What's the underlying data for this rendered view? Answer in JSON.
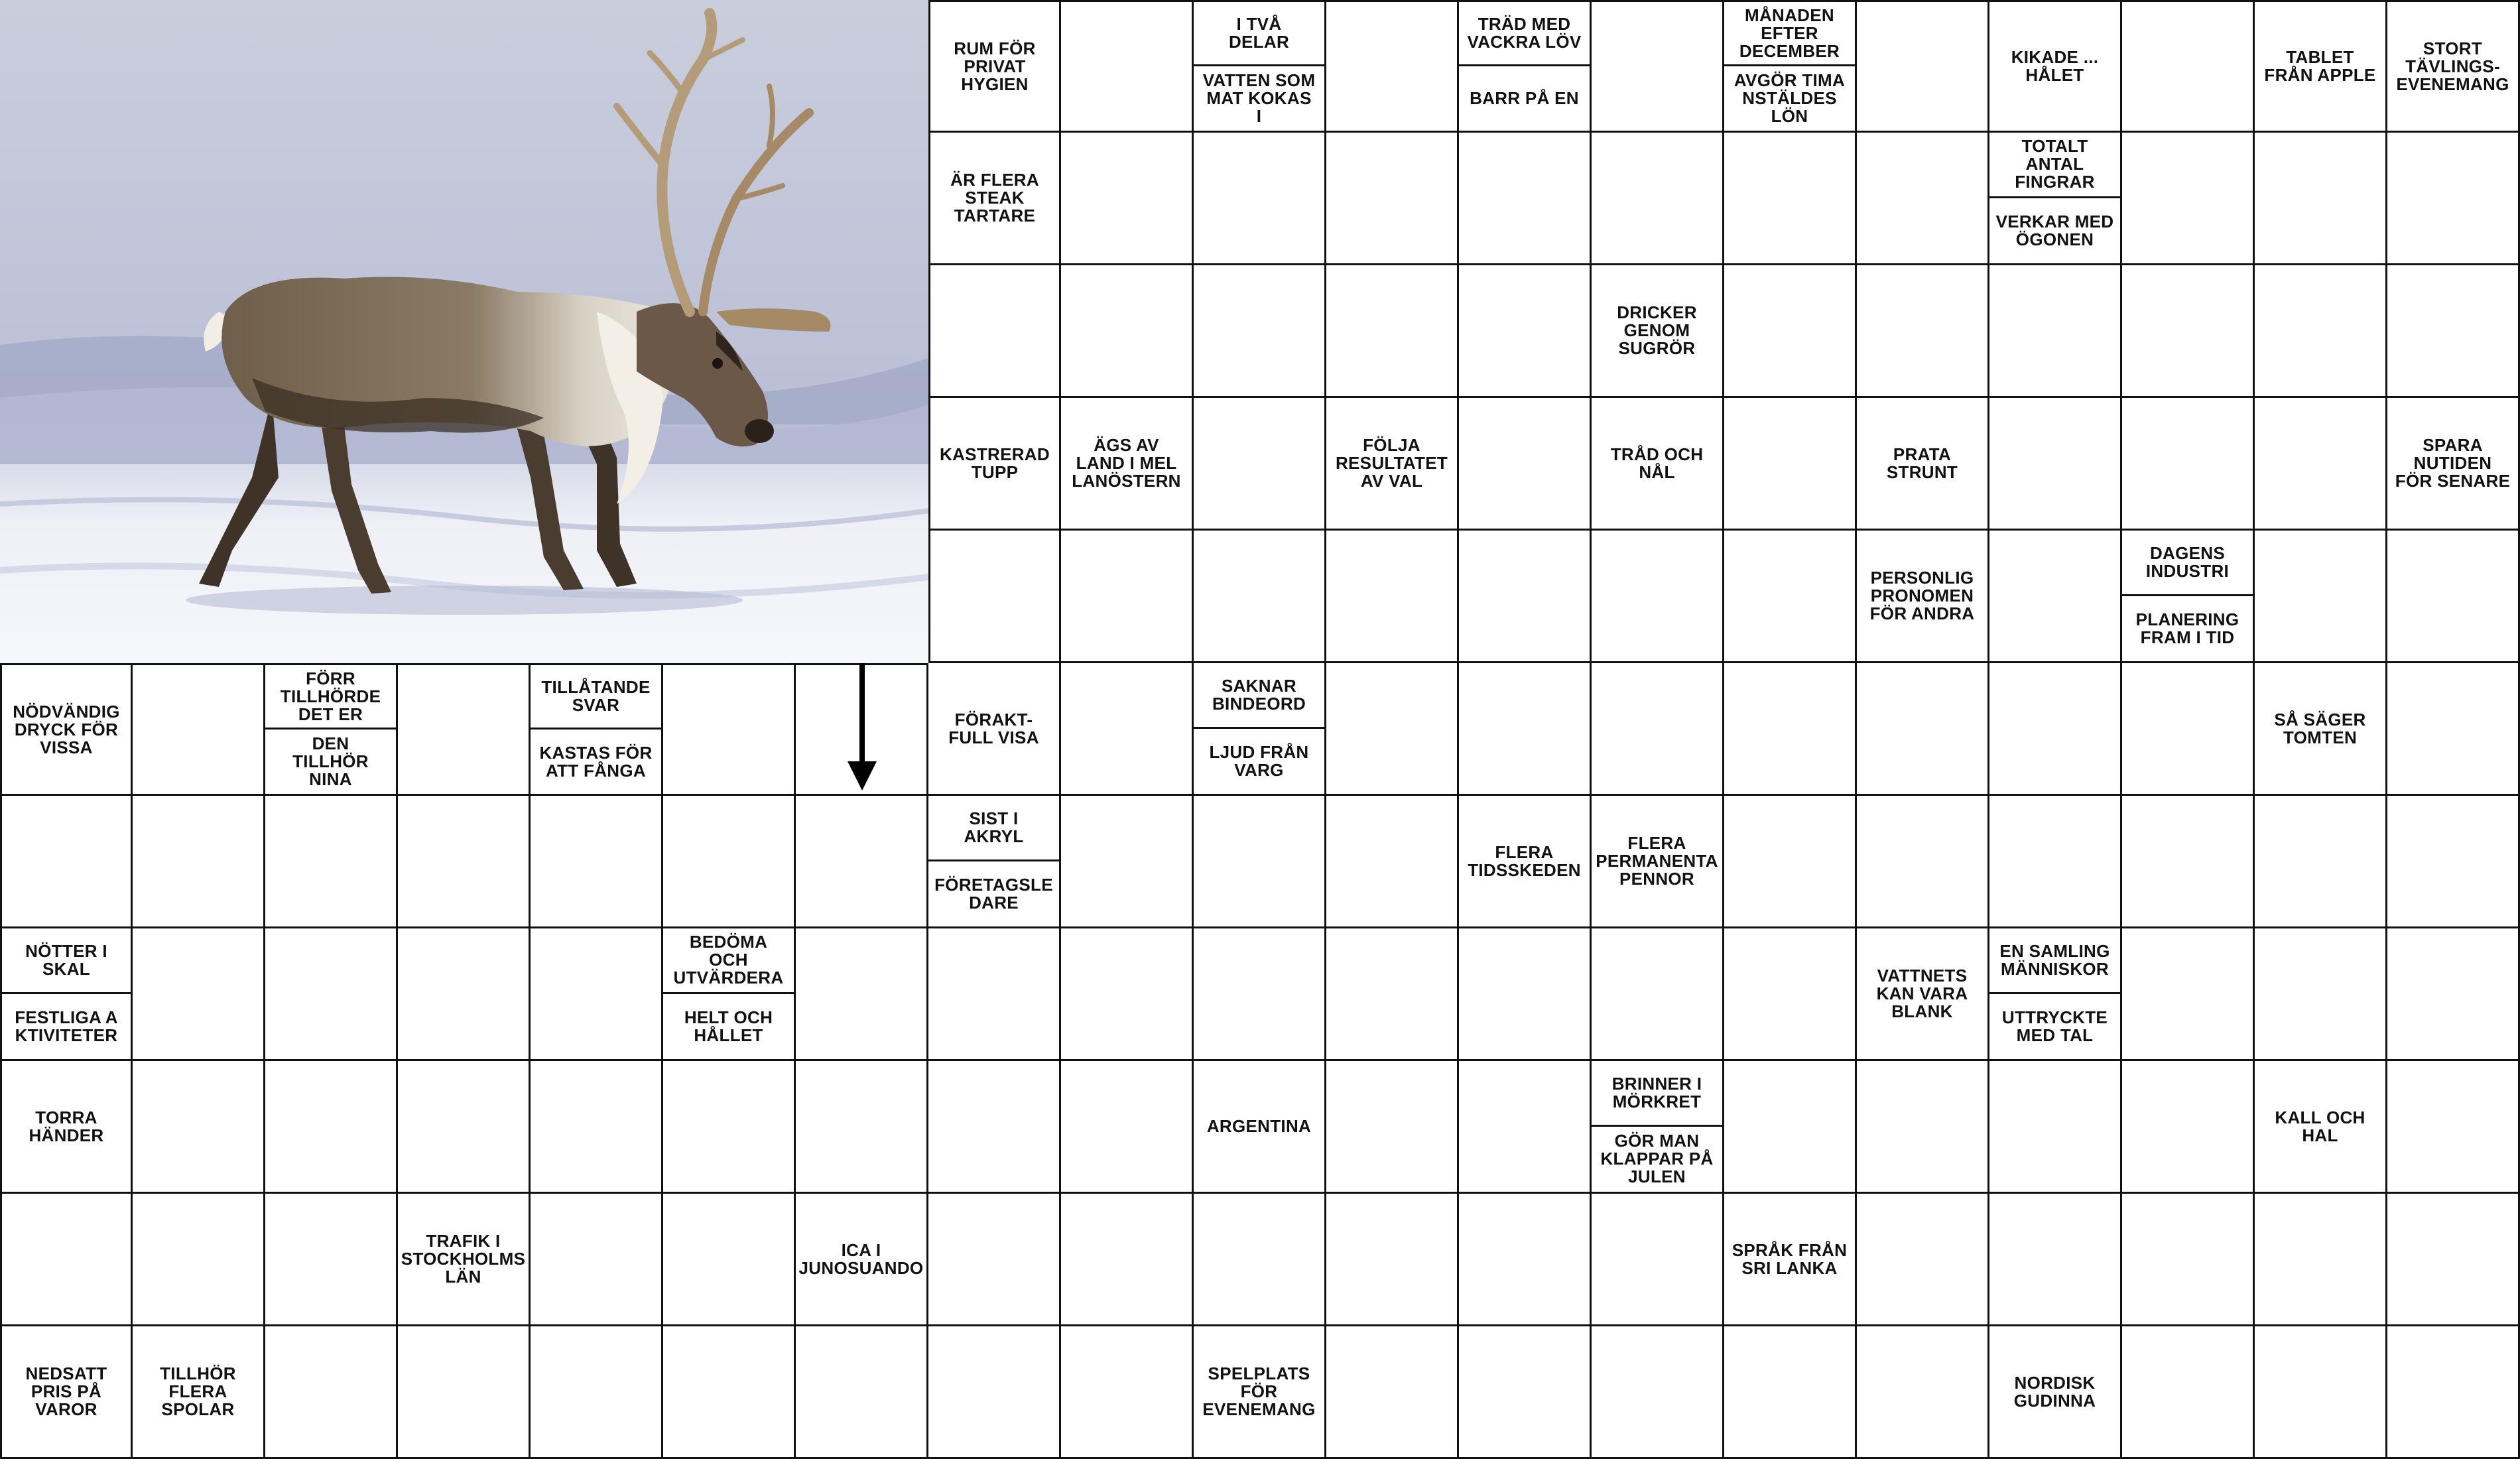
{
  "grid": {
    "cols": 19,
    "rows": 11
  },
  "photo": {
    "subject": "reindeer-walking-on-snow",
    "colors": {
      "sky_top": "#c9cedd",
      "sky_bottom": "#aab0cc",
      "snow": "#eef0f6",
      "shadow": "#b6bad2",
      "fur_dark": "#4a3c2e",
      "fur_mid": "#7d6a55",
      "fur_light": "#e8e2d6",
      "antler": "#b59c78"
    }
  },
  "arrow": {
    "col": 6,
    "row": 5,
    "direction": "down",
    "color": "#000000"
  },
  "clues": [
    {
      "id": "c1",
      "col": 7,
      "row": 0,
      "full": "RUM FÖR\nPRIVAT\nHYGIEN"
    },
    {
      "id": "c2",
      "col": 9,
      "row": 0,
      "top": "I TVÅ\nDELAR",
      "bottom": "VATTEN SOM\nMAT KOKAS\nI"
    },
    {
      "id": "c3",
      "col": 11,
      "row": 0,
      "top": "TRÄD MED\nVACKRA LÖV",
      "bottom": "BARR PÅ EN"
    },
    {
      "id": "c4",
      "col": 13,
      "row": 0,
      "top": "MÅNADEN\nEFTER\nDECEMBER",
      "bottom": "AVGÖR TIMA\nNSTÄLDES\nLÖN"
    },
    {
      "id": "c5",
      "col": 15,
      "row": 0,
      "full": "KIKADE ...\nHÅLET"
    },
    {
      "id": "c6",
      "col": 17,
      "row": 0,
      "full": "TABLET\nFRÅN APPLE"
    },
    {
      "id": "c7",
      "col": 18,
      "row": 0,
      "full": "STORT\nTÄVLINGS-\nEVENEMANG"
    },
    {
      "id": "c8",
      "col": 7,
      "row": 1,
      "full": "ÄR FLERA\nSTEAK\nTARTARE"
    },
    {
      "id": "c9",
      "col": 15,
      "row": 1,
      "top": "TOTALT\nANTAL\nFINGRAR",
      "bottom": "VERKAR MED\nÖGONEN"
    },
    {
      "id": "c10",
      "col": 12,
      "row": 2,
      "full": "DRICKER\nGENOM\nSUGRÖR"
    },
    {
      "id": "c11",
      "col": 7,
      "row": 3,
      "full": "KASTRERAD\nTUPP"
    },
    {
      "id": "c12",
      "col": 8,
      "row": 3,
      "full": "ÄGS AV\nLAND I MEL\nLANÖSTERN"
    },
    {
      "id": "c13",
      "col": 10,
      "row": 3,
      "full": "FÖLJA\nRESULTATET\nAV VAL"
    },
    {
      "id": "c14",
      "col": 12,
      "row": 3,
      "full": "TRÅD OCH\nNÅL"
    },
    {
      "id": "c15",
      "col": 14,
      "row": 3,
      "full": "PRATA\nSTRUNT"
    },
    {
      "id": "c16",
      "col": 18,
      "row": 3,
      "full": "SPARA\nNUTIDEN\nFÖR SENARE"
    },
    {
      "id": "c17",
      "col": 14,
      "row": 4,
      "full": "PERSONLIG\nPRONOMEN\nFÖR ANDRA"
    },
    {
      "id": "c18",
      "col": 16,
      "row": 4,
      "top": "DAGENS\nINDUSTRI",
      "bottom": "PLANERING\nFRAM I TID"
    },
    {
      "id": "c19",
      "col": 0,
      "row": 5,
      "full": "NÖDVÄNDIG\nDRYCK FÖR\nVISSA"
    },
    {
      "id": "c20",
      "col": 2,
      "row": 5,
      "top": "FÖRR\nTILLHÖRDE\nDET ER",
      "bottom": "DEN\nTILLHÖR\nNINA"
    },
    {
      "id": "c21",
      "col": 4,
      "row": 5,
      "top": "TILLÅTANDE\nSVAR",
      "bottom": "KASTAS FÖR\nATT FÅNGA"
    },
    {
      "id": "c22",
      "col": 7,
      "row": 5,
      "full": "FÖRAKT-\nFULL VISA"
    },
    {
      "id": "c23",
      "col": 9,
      "row": 5,
      "top": "SAKNAR\nBINDEORD",
      "bottom": "LJUD FRÅN\nVARG"
    },
    {
      "id": "c24",
      "col": 17,
      "row": 5,
      "full": "SÅ SÄGER\nTOMTEN"
    },
    {
      "id": "c25",
      "col": 7,
      "row": 6,
      "top": "SIST I\nAKRYL",
      "bottom": "FÖRETAGSLE\nDARE"
    },
    {
      "id": "c26",
      "col": 11,
      "row": 6,
      "full": "FLERA\nTIDSSKEDEN"
    },
    {
      "id": "c27",
      "col": 12,
      "row": 6,
      "full": "FLERA\nPERMANENTA\nPENNOR"
    },
    {
      "id": "c28",
      "col": 0,
      "row": 7,
      "top": "NÖTTER I\nSKAL",
      "bottom": "FESTLIGA A\nKTIVITETER"
    },
    {
      "id": "c29",
      "col": 5,
      "row": 7,
      "top": "BEDÖMA OCH\nUTVÄRDERA",
      "bottom": "HELT OCH\nHÅLLET"
    },
    {
      "id": "c30",
      "col": 14,
      "row": 7,
      "full": "VATTNETS\nKAN VARA\nBLANK"
    },
    {
      "id": "c31",
      "col": 15,
      "row": 7,
      "top": "EN SAMLING\nMÄNNISKOR",
      "bottom": "UTTRYCKTE\nMED TAL"
    },
    {
      "id": "c32",
      "col": 0,
      "row": 8,
      "full": "TORRA\nHÄNDER"
    },
    {
      "id": "c33",
      "col": 9,
      "row": 8,
      "full": "ARGENTINA"
    },
    {
      "id": "c34",
      "col": 12,
      "row": 8,
      "top": "BRINNER I\nMÖRKRET",
      "bottom": "GÖR MAN\nKLAPPAR PÅ\nJULEN"
    },
    {
      "id": "c35",
      "col": 17,
      "row": 8,
      "full": "KALL OCH\nHAL"
    },
    {
      "id": "c36",
      "col": 3,
      "row": 9,
      "full": "TRAFIK I\nSTOCKHOLMS\nLÄN"
    },
    {
      "id": "c37",
      "col": 6,
      "row": 9,
      "full": "ICA I\nJUNOSUANDO"
    },
    {
      "id": "c38",
      "col": 13,
      "row": 9,
      "full": "SPRÅK FRÅN\nSRI LANKA"
    },
    {
      "id": "c39",
      "col": 0,
      "row": 10,
      "full": "NEDSATT\nPRIS PÅ\nVAROR"
    },
    {
      "id": "c40",
      "col": 1,
      "row": 10,
      "full": "TILLHÖR\nFLERA\nSPOLAR"
    },
    {
      "id": "c41",
      "col": 9,
      "row": 10,
      "full": "SPELPLATS\nFÖR\nEVENEMANG"
    },
    {
      "id": "c42",
      "col": 15,
      "row": 10,
      "full": "NORDISK\nGUDINNA"
    }
  ]
}
